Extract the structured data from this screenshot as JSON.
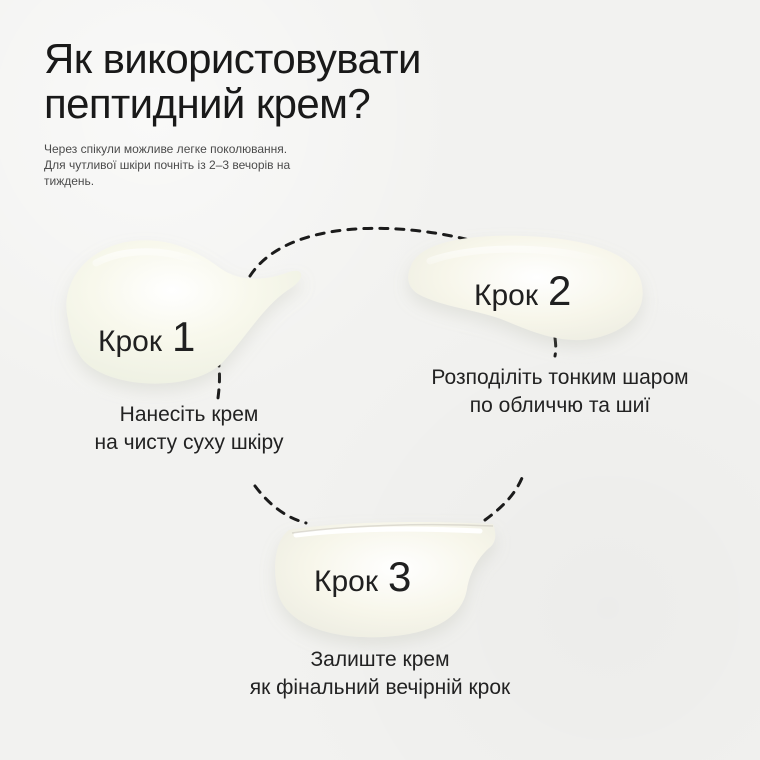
{
  "title": "Як використовувати\nпептидний крем?",
  "note": "Через спікули можливе легке поколювання.\nДля чутливої шкіри почніть із 2–3 вечорів на\nтиждень.",
  "steps": [
    {
      "word": "Крок",
      "number": "1",
      "description": "Нанесіть крем\nна чисту суху шкіру"
    },
    {
      "word": "Крок",
      "number": "2",
      "description": "Розподіліть тонким шаром\nпо обличчю та шиї"
    },
    {
      "word": "Крок",
      "number": "3",
      "description": "Залиште крем\nяк фінальний вечірній крок"
    }
  ],
  "colors": {
    "background": "#f2f2f0",
    "text": "#1f1f1f",
    "cream": "#f8f8ee",
    "dash": "#1b1b1b"
  }
}
